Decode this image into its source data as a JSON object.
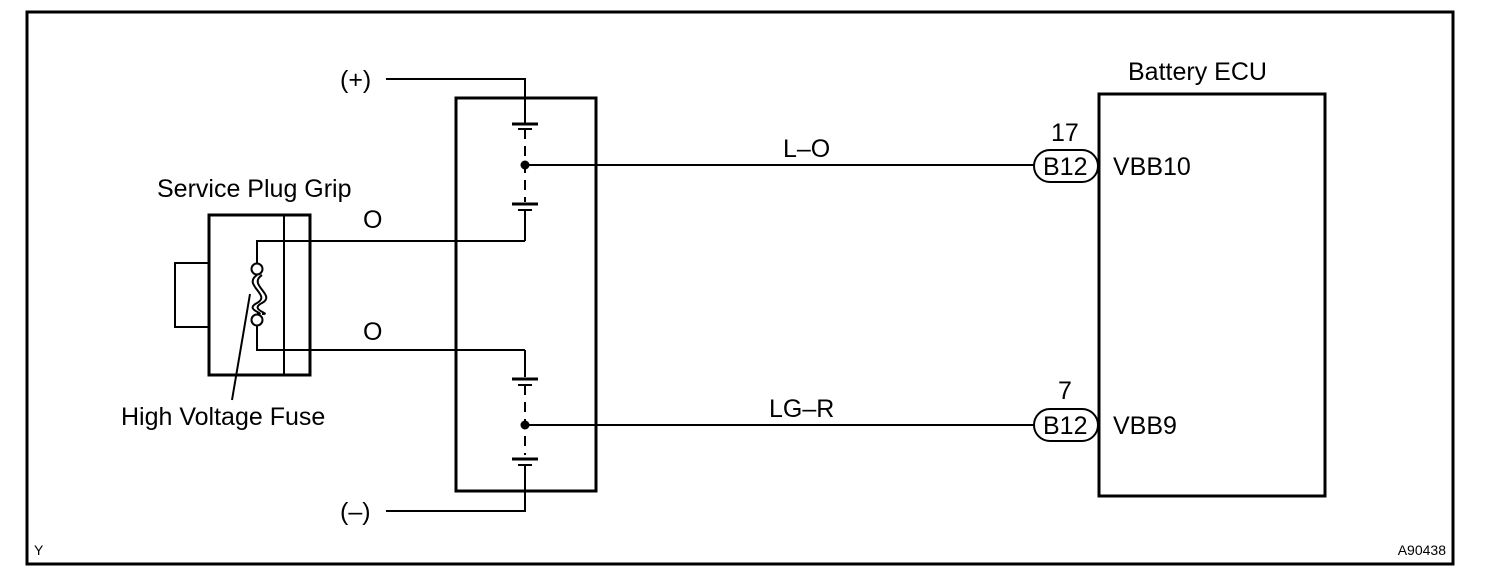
{
  "terminals": {
    "positive": "(+)",
    "negative": "(–)"
  },
  "service_plug": {
    "title": "Service Plug Grip",
    "fuse_label": "High Voltage Fuse"
  },
  "wires": {
    "upper_plug_wire": "O",
    "lower_plug_wire": "O",
    "upper_ecu_wire": "L–O",
    "lower_ecu_wire": "LG–R"
  },
  "ecu": {
    "title": "Battery ECU",
    "pins": [
      {
        "pin_number": "17",
        "connector": "B12",
        "signal": "VBB10"
      },
      {
        "pin_number": "7",
        "connector": "B12",
        "signal": "VBB9"
      }
    ]
  },
  "footer": {
    "left_code": "Y",
    "figure_code": "A90438"
  }
}
